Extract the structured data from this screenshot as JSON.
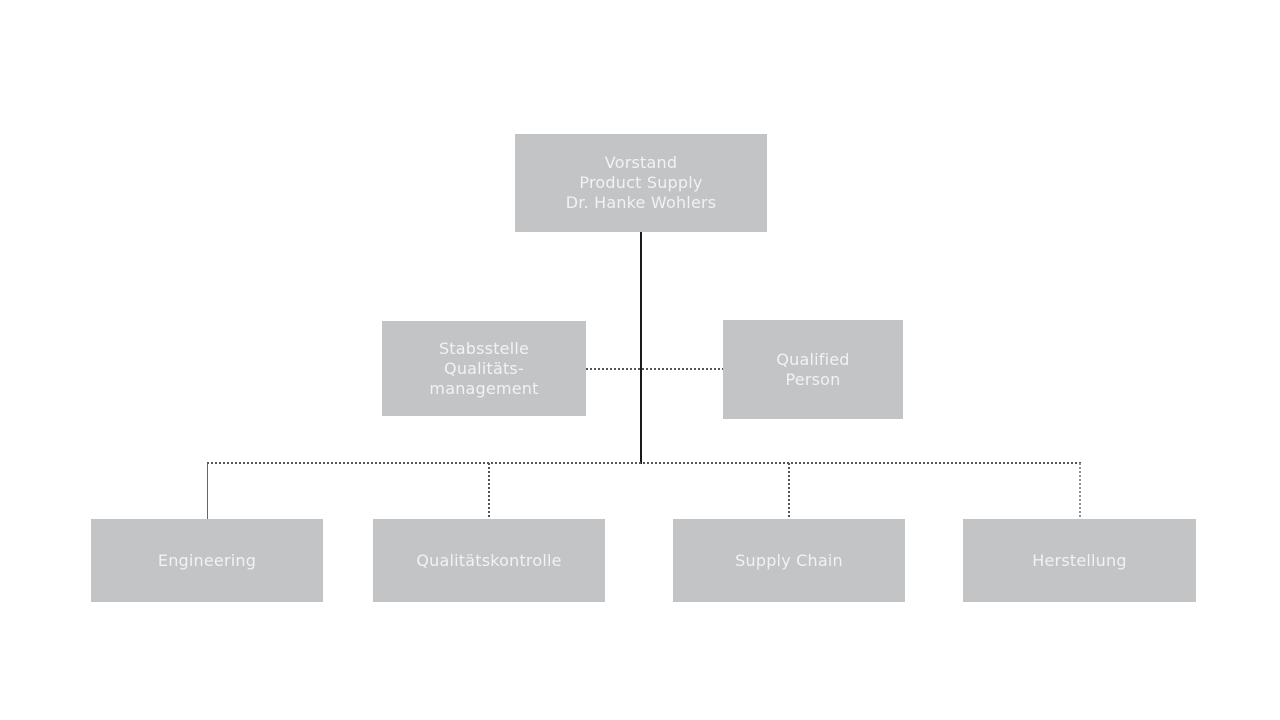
{
  "diagram": {
    "type": "org-chart",
    "language": "German/English mixed"
  },
  "colors": {
    "node_fill": "#c2c4c6",
    "node_text": "#f2f2f2",
    "solid_line": "#1a1a1a",
    "solid_line_gray": "#666666",
    "dotted_line": "#555555",
    "dotted_line_light": "#909090",
    "background": "#ffffff"
  },
  "nodes": {
    "vorstand": {
      "lines": [
        "Vorstand",
        "Product Supply",
        "Dr. Hanke Wohlers"
      ]
    },
    "stabsstelle": {
      "lines": [
        "Stabsstelle",
        "Qualitäts-",
        "management"
      ]
    },
    "qualified_person": {
      "lines": [
        "Qualified",
        "Person"
      ]
    },
    "engineering": {
      "label": "Engineering"
    },
    "qualitaetskontrolle": {
      "label": "Qualitätskontrolle"
    },
    "supply_chain": {
      "label": "Supply Chain"
    },
    "herstellung": {
      "label": "Herstellung"
    }
  },
  "hierarchy": {
    "root": "Vorstand Product Supply Dr. Hanke Wohlers",
    "staff_units_dotted": [
      "Stabsstelle Qualitäts-management",
      "Qualified Person"
    ],
    "departments": [
      "Engineering",
      "Qualitätskontrolle",
      "Supply Chain",
      "Herstellung"
    ],
    "connector_styles": {
      "root_to_rail": "solid",
      "staff_units": "dotted",
      "engineering_drop": "solid-gray",
      "other_drops": "dotted",
      "bottom_rail": "dotted"
    }
  }
}
